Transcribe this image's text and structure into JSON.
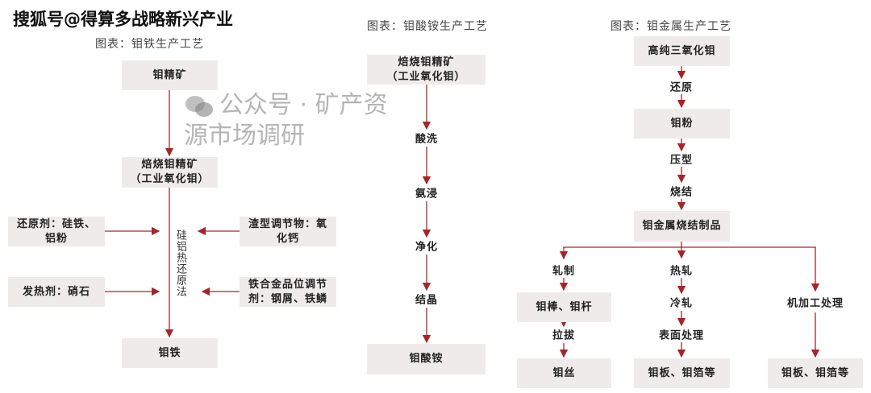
{
  "watermark_top": "搜狐号@得算多战略新兴产业",
  "watermark_bottom": "公众号 · 矿产资源市场调研",
  "colors": {
    "arrow": "#a3262a",
    "box": "#efebeb"
  },
  "left": {
    "title": "图表：钼铁生产工艺",
    "ore": "钼精矿",
    "roasted": "焙烧钼精矿\n（工业氧化钼）",
    "reductant": "还原剂：硅铁、铝粉",
    "heater": "发热剂：硝石",
    "slag": "渣型调节物：氧化钙",
    "grade": "铁合金品位调节剂：钢屑、铁鳞",
    "method": "硅铝热还原法",
    "product": "钼铁"
  },
  "middle": {
    "title": "图表：钼酸铵生产工艺",
    "start": "焙烧钼精矿\n（工业氧化钼）",
    "steps": [
      "酸洗",
      "氨浸",
      "净化",
      "结晶"
    ],
    "product": "钼酸铵"
  },
  "right": {
    "title": "图表：钼金属生产工艺",
    "start": "高纯三氧化钼",
    "reduce": "还原",
    "powder": "钼粉",
    "press": "压型",
    "sinter": "烧结",
    "sintered": "钼金属烧结制品",
    "rolling": "轧制",
    "rod": "钼棒、钼杆",
    "draw": "拉拔",
    "wire": "钼丝",
    "hot": "热轧",
    "cold": "冷轧",
    "surface": "表面处理",
    "plate1": "钼板、钼箔等",
    "machining": "机加工处理",
    "plate2": "钼板、钼箔等"
  }
}
